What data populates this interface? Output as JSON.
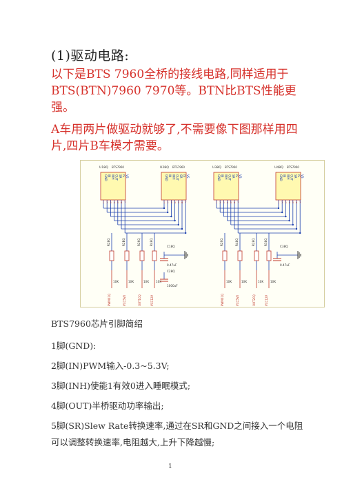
{
  "heading": "(1)驱动电路:",
  "para1": "以下是BTS 7960全桥的接线电路,同样适用于BTS(BTN)7960 7970等。BTN比BTS性能更强。",
  "para2": "A车用两片做驱动就够了,不需要像下图那样用四片,四片B车模才需要。",
  "schematic": {
    "chips": [
      {
        "ref": "U18Q",
        "part": "BTS7960"
      },
      {
        "ref": "U28Q",
        "part": "BTS7960"
      },
      {
        "ref": "U38Q",
        "part": "BTS7960"
      },
      {
        "ref": "U48Q",
        "part": "BTS7960"
      }
    ],
    "pin_names": [
      "GND",
      "IN",
      "INH",
      "OUT",
      "SR",
      "IS",
      "VS"
    ],
    "pin_numbers": [
      "1",
      "2",
      "3",
      "4",
      "5",
      "6",
      "7"
    ],
    "left_block": {
      "resistor_refs": [
        "R28Q",
        "R2BQ",
        "R26Q",
        "R48Q"
      ],
      "resistor_values": [
        "10K",
        "10K",
        "10K",
        "10K"
      ],
      "cap_refs": [
        "C18Q",
        "C28Q"
      ],
      "cap_values": [
        "0.47uF",
        "1000uF"
      ],
      "nets": [
        "PWM01Q",
        "VCC5V0",
        "OUT10Q",
        "VCC12V"
      ]
    },
    "right_block": {
      "resistor_refs": [
        "R26Q",
        "R48Q",
        "R28Q",
        "R38Q"
      ],
      "resistor_values": [
        "10K",
        "10K",
        "10K",
        "10K"
      ],
      "cap_refs": [
        "C38Q"
      ],
      "cap_values": [
        "0.47uF"
      ],
      "nets": [
        "PWM01Q",
        "VCC5V0",
        "OUT20Q",
        "VCC12V"
      ]
    }
  },
  "section_title": "BTS7960芯片引脚简绍",
  "pins": [
    "1脚(GND):",
    "2脚(IN)PWM输入-0.3~5.3V;",
    "3脚(INH)使能1有效0进入睡眠模式;",
    "4脚(OUT)半桥驱动功率输出;",
    "5脚(SR)Slew Rate转换速率,通过在SR和GND之间接入一个电阻",
    "可以调整转换速率,电阻越大,上升下降越慢;"
  ],
  "page_number": "1"
}
